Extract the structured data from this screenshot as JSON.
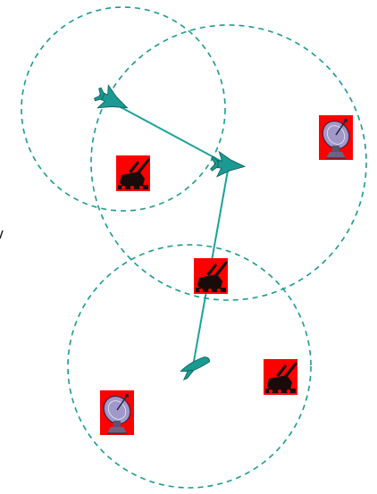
{
  "colors": {
    "background": "#ffffff",
    "coverage_circle": "#1a9a92",
    "link_line": "#1aa39a",
    "aircraft": "#1a9a92",
    "tile_red": "#ff0000",
    "silhouette": "#1a0a0a",
    "radar_dish": "#a098c8"
  },
  "coverage_circles": [
    {
      "name": "coverage-circle-top-left"
    },
    {
      "name": "coverage-circle-top-right"
    },
    {
      "name": "coverage-circle-bottom"
    }
  ],
  "aircraft": [
    {
      "name": "aircraft-top-left",
      "icon": "jet-aircraft-icon"
    },
    {
      "name": "aircraft-center",
      "icon": "jet-aircraft-icon"
    },
    {
      "name": "aircraft-bottom",
      "icon": "uav-drone-icon"
    }
  ],
  "links": [
    {
      "name": "link-line-top",
      "from": "aircraft-top-left",
      "to": "aircraft-center"
    },
    {
      "name": "link-line-vertical",
      "from": "aircraft-center",
      "to": "aircraft-bottom"
    }
  ],
  "ground_units": [
    {
      "name": "ground-unit-radar-top-right",
      "icon": "radar-dish-icon"
    },
    {
      "name": "ground-unit-aa-gun-left",
      "icon": "anti-aircraft-gun-icon"
    },
    {
      "name": "ground-unit-aa-gun-center",
      "icon": "anti-aircraft-gun-icon"
    },
    {
      "name": "ground-unit-aa-gun-right",
      "icon": "anti-aircraft-gun-icon"
    },
    {
      "name": "ground-unit-radar-bottom-left",
      "icon": "radar-dish-icon"
    }
  ]
}
